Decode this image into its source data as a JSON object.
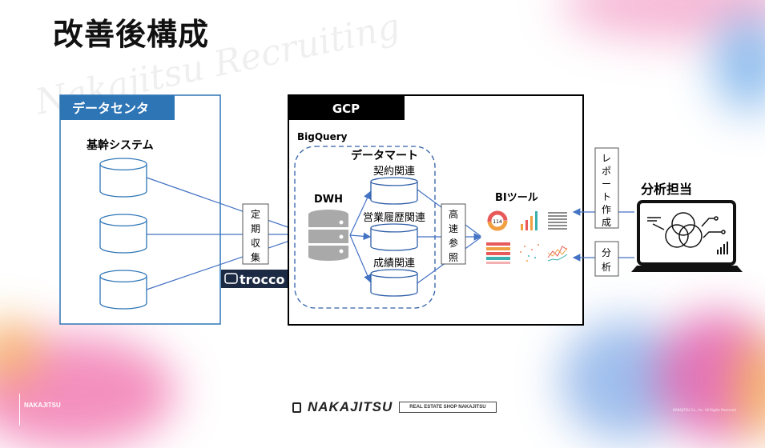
{
  "title": "改善後構成",
  "watermark": "Nakajitsu Recruiting",
  "datacenter": {
    "label": "データセンタ",
    "system_label": "基幹システム"
  },
  "collect_box": {
    "label": [
      "定",
      "期",
      "収",
      "集"
    ]
  },
  "trocco": {
    "label": "trocco"
  },
  "gcp": {
    "label": "GCP",
    "bigquery_label": "BigQuery",
    "datamart_label": "データマート",
    "dwh_label": "DWH",
    "marts": [
      "契約関連",
      "営業履歴関連",
      "成績関連"
    ]
  },
  "fast_ref_box": {
    "label": [
      "高",
      "速",
      "参",
      "照"
    ]
  },
  "bi_tool": {
    "label": "BIツール",
    "donut_value": "114"
  },
  "report_box": {
    "label": [
      "レ",
      "ポ",
      "ー",
      "ト",
      "作",
      "成"
    ]
  },
  "analysis_box": {
    "label": [
      "分",
      "析"
    ]
  },
  "analyst": {
    "label": "分析担当"
  },
  "footer": {
    "brand": "NAKAJITSU",
    "tagline": "REAL ESTATE SHOP NAKAJITSU",
    "left_brand": "NAKAJITSU",
    "copyright": "NAKAJITSU Co., Inc. All Rights Reserved"
  },
  "colors": {
    "accent_blue": "#2e75b6",
    "line_blue": "#4472c4",
    "black": "#000000",
    "trocco_navy": "#1d2a44"
  }
}
